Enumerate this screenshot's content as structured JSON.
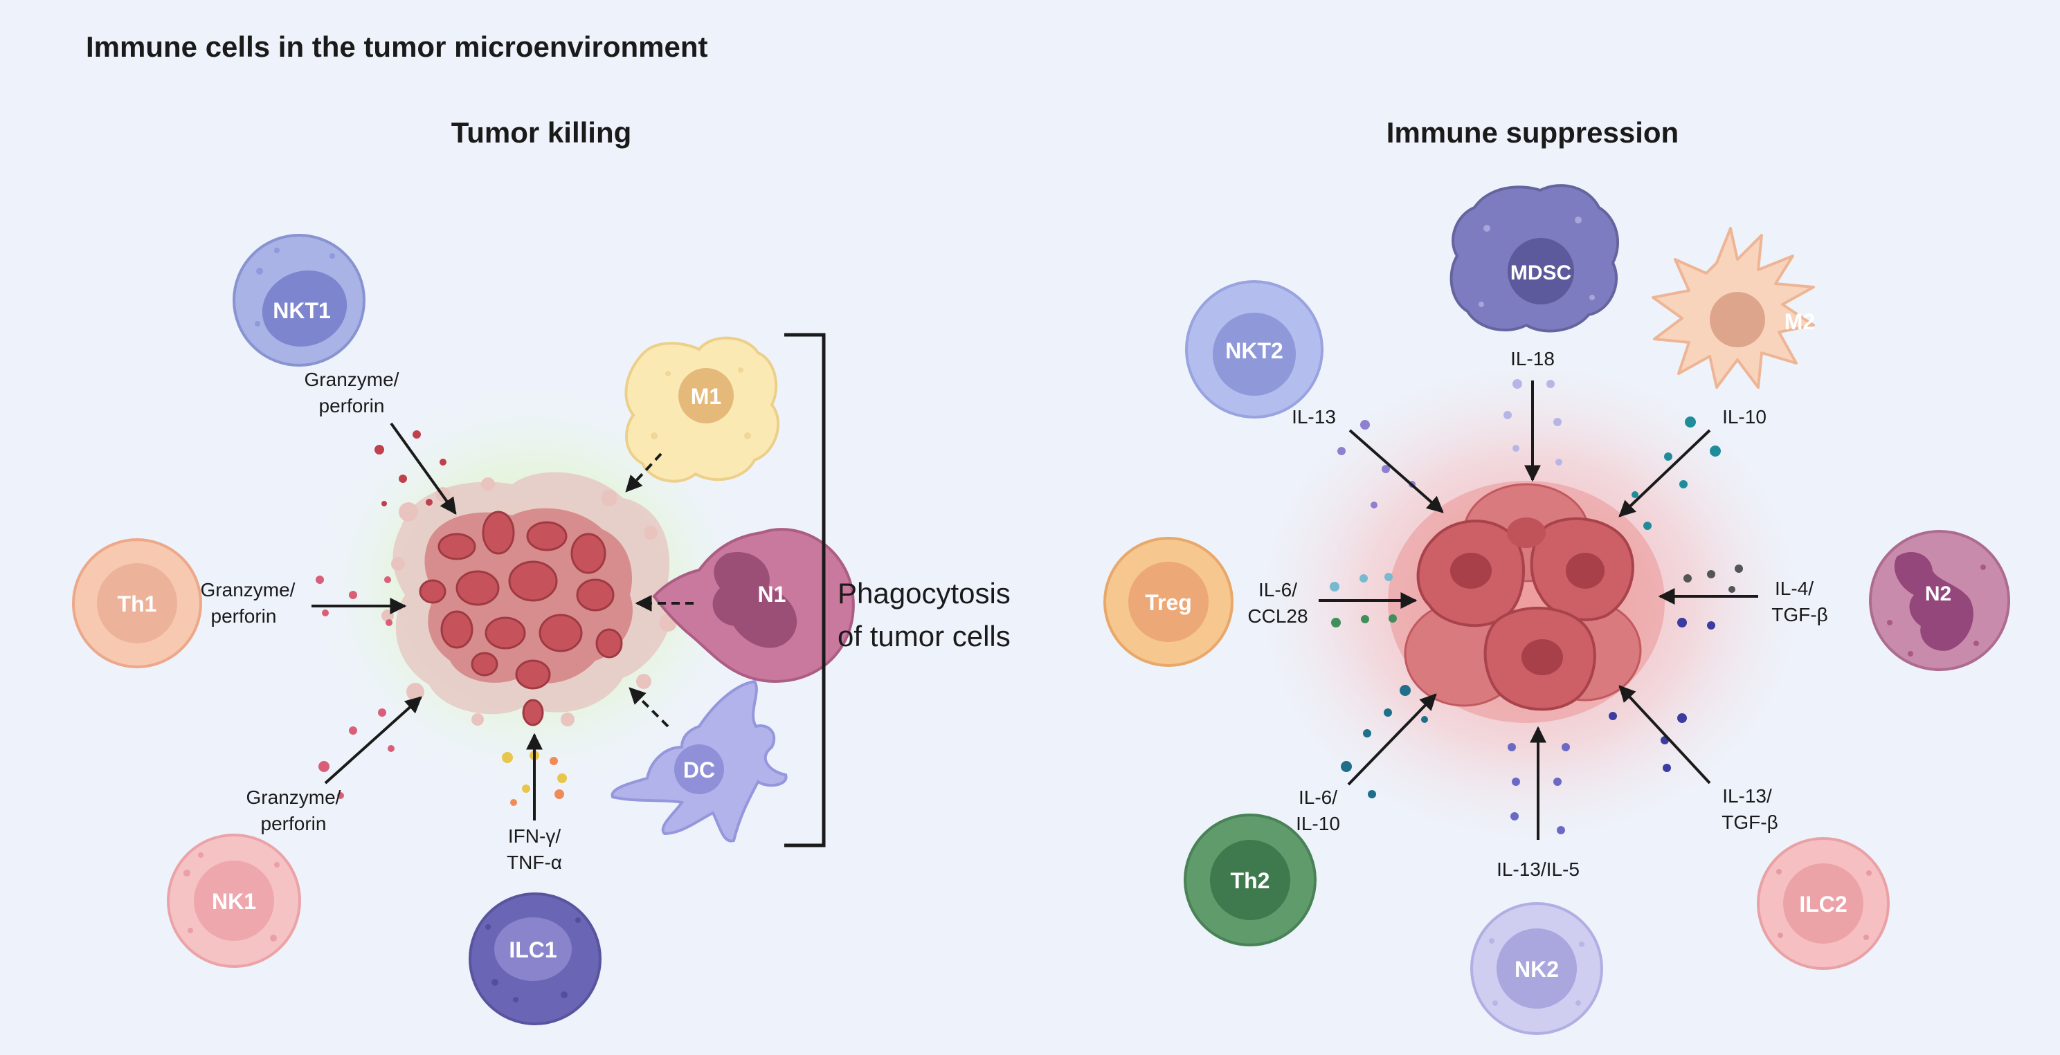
{
  "title": "Immune cells in the tumor microenvironment",
  "panels": {
    "left": {
      "heading": "Tumor killing"
    },
    "right": {
      "heading": "Immune suppression"
    }
  },
  "phagocytosis": {
    "line1": "Phagocytosis",
    "line2": "of tumor cells"
  },
  "left_cells": {
    "nkt1": "NKT1",
    "th1": "Th1",
    "nk1": "NK1",
    "ilc1": "ILC1",
    "m1": "M1",
    "n1": "N1",
    "dc": "DC"
  },
  "right_cells": {
    "mdsc": "MDSC",
    "nkt2": "NKT2",
    "m2": "M2",
    "treg": "Treg",
    "n2": "N2",
    "th2": "Th2",
    "nk2": "NK2",
    "ilc2": "ILC2"
  },
  "left_labels": {
    "nkt1_l1": "Granzyme/",
    "nkt1_l2": "perforin",
    "th1_l1": "Granzyme/",
    "th1_l2": "perforin",
    "nk1_l1": "Granzyme/",
    "nk1_l2": "perforin",
    "ilc1_l1": "IFN-γ/",
    "ilc1_l2": "TNF-α"
  },
  "right_labels": {
    "mdsc": "IL-18",
    "nkt2": "IL-13",
    "m2": "IL-10",
    "treg_l1": "IL-6/",
    "treg_l2": "CCL28",
    "n2_l1": "IL-4/",
    "n2_l2": "TGF-β",
    "th2_l1": "IL-6/",
    "th2_l2": "IL-10",
    "nk2": "IL-13/IL-5",
    "ilc2_l1": "IL-13/",
    "ilc2_l2": "TGF-β"
  },
  "colors": {
    "background": "#eef3fb",
    "nkt1": "#a9b3e6",
    "th1": "#f7c9b0",
    "nk1": "#f6c3c5",
    "ilc1": "#6b65b5",
    "m1": "#fbe9b4",
    "n1": "#c9799e",
    "dc": "#b2b3ea",
    "mdsc": "#7e7cc0",
    "nkt2": "#b3bdee",
    "m2": "#f9d4bd",
    "treg": "#f6c78e",
    "n2": "#c98bac",
    "th2": "#5f9b6b",
    "nk2": "#cfcdf0",
    "ilc2": "#f6c0c2",
    "tumor": "#c75d65"
  }
}
